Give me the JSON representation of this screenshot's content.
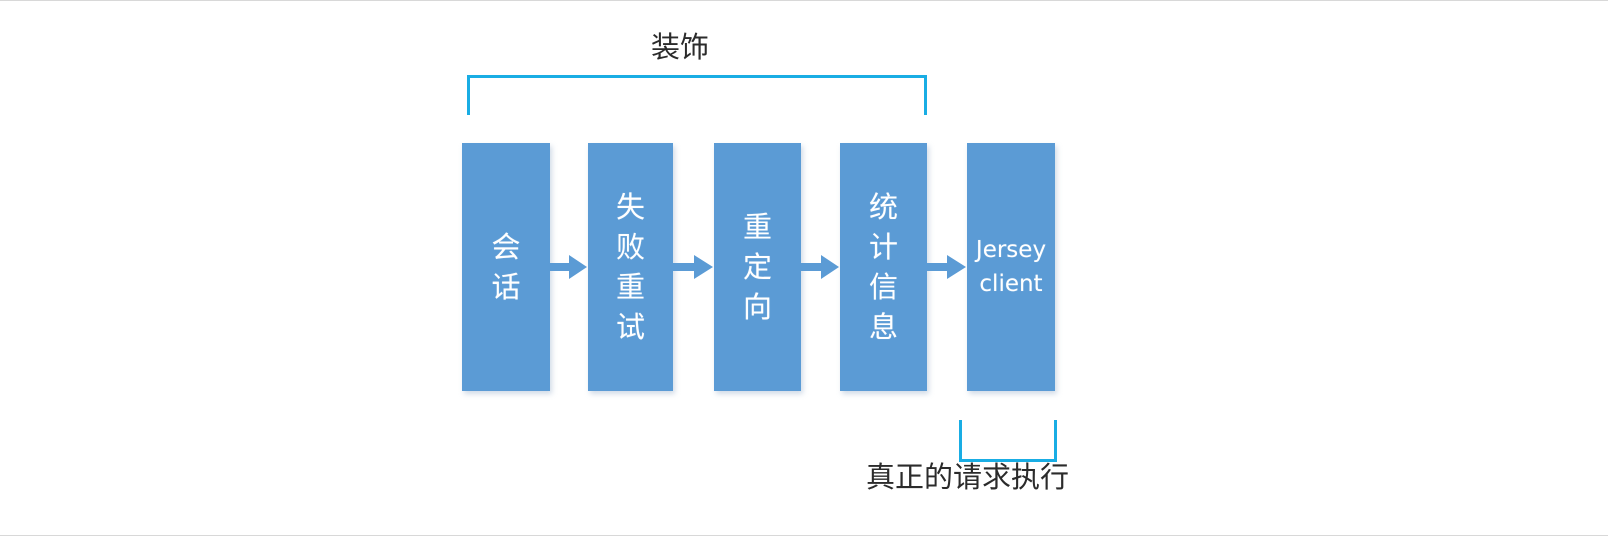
{
  "diagram": {
    "title": "Jersey client decorator chain",
    "colors": {
      "node_fill": "#5B9BD5",
      "node_text": "#FFFFFF",
      "bracket": "#19ADE4",
      "caption_text": "#2B2B2B",
      "background": "#FFFFFF"
    },
    "nodes": [
      {
        "id": "session",
        "label": "会话",
        "orientation": "vertical"
      },
      {
        "id": "retry",
        "label": "失败重试",
        "orientation": "vertical"
      },
      {
        "id": "redirect",
        "label": "重定向",
        "orientation": "vertical"
      },
      {
        "id": "statistics",
        "label": "统计信息",
        "orientation": "vertical"
      },
      {
        "id": "jersey-client",
        "label": "Jersey\nclient",
        "orientation": "horizontal"
      }
    ],
    "arrows": [
      {
        "id": "arrow-1",
        "from": "session",
        "to": "retry"
      },
      {
        "id": "arrow-2",
        "from": "retry",
        "to": "redirect"
      },
      {
        "id": "arrow-3",
        "from": "redirect",
        "to": "statistics"
      },
      {
        "id": "arrow-4",
        "from": "statistics",
        "to": "jersey-client"
      }
    ],
    "annotations": [
      {
        "id": "decorator",
        "label": "装饰",
        "position": "top",
        "spans": [
          "session",
          "retry",
          "redirect",
          "statistics"
        ]
      },
      {
        "id": "real-request-execution",
        "label": "真正的请求执行",
        "position": "bottom",
        "spans": [
          "jersey-client"
        ]
      }
    ]
  }
}
